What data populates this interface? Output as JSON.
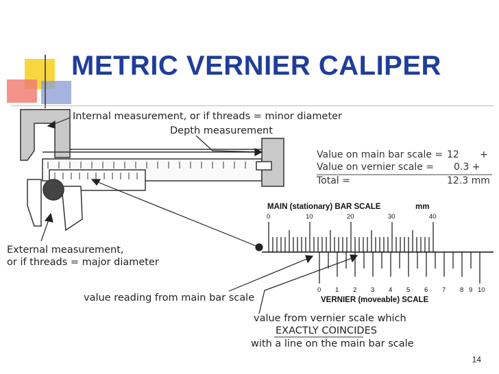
{
  "slide": {
    "title": "METRIC VERNIER CALIPER",
    "number": "14"
  },
  "labels": {
    "internal": "Internal measurement, or if threads = minor diameter",
    "depth": "Depth measurement",
    "external_line1": "External measurement,",
    "external_line2": "or if threads = major diameter",
    "main_reading": "value reading from main bar scale",
    "vernier_line1": "value from vernier scale which",
    "vernier_line2": "EXACTLY COINCIDES",
    "vernier_line3": "with a line on the main bar scale"
  },
  "calculation": {
    "main_label": "Value on main bar scale =",
    "main_value": "12",
    "main_op": "+",
    "vernier_label": "Value on vernier scale =",
    "vernier_value": "0.3 +",
    "total_label": "Total =",
    "total_value": "12.3 mm"
  },
  "scales": {
    "main_title": "MAIN (stationary) BAR SCALE",
    "main_unit": "mm",
    "main_ticks": [
      "0",
      "10",
      "20",
      "30",
      "40"
    ],
    "vernier_title": "VERNIER (moveable) SCALE",
    "vernier_ticks": [
      "0",
      "1",
      "2",
      "3",
      "4",
      "5",
      "6",
      "7",
      "8",
      "9",
      "10"
    ]
  },
  "colors": {
    "title": "#1f3d99",
    "accent_yellow": "#f7d23a",
    "accent_red": "#e8463c",
    "accent_blue": "#2f49a8"
  }
}
